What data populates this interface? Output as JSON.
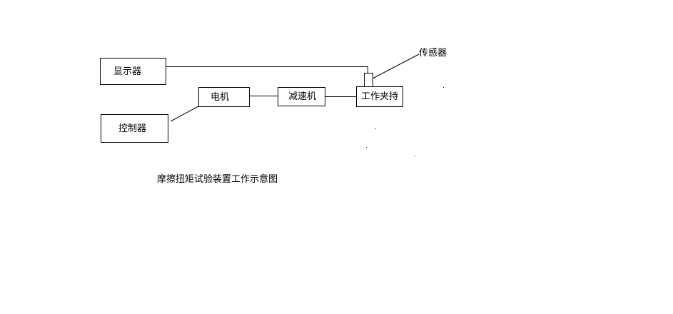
{
  "diagram": {
    "boxes": {
      "display": "显示器",
      "controller": "控制器",
      "motor": "电机",
      "reducer": "减速机",
      "workholding": "工作夹持"
    },
    "sensor_label": "传感器",
    "caption": "摩擦扭矩试验装置工作示意图"
  },
  "colors": {
    "stroke": "#000000",
    "background": "#ffffff"
  }
}
